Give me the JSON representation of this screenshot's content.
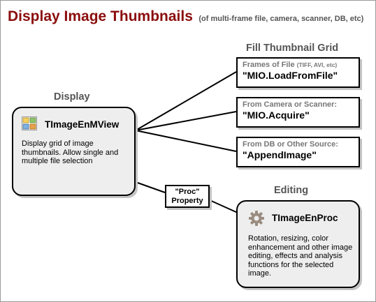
{
  "title": {
    "main": "Display Image Thumbnails",
    "sub": "(of multi-frame file, camera, scanner, DB, etc)"
  },
  "headings": {
    "display": "Display",
    "fill_grid": "Fill Thumbnail Grid",
    "editing": "Editing"
  },
  "display_box": {
    "icon": "thumbnail-grid-icon",
    "title": "TImageEnMView",
    "description": "Display grid of image thumbnails. Allow single and multiple file selection"
  },
  "fill_boxes": [
    {
      "caption": "Frames of File",
      "caption_small": "(TIFF, AVI, etc)",
      "method": "\"MIO.LoadFromFile\""
    },
    {
      "caption": "From Camera or Scanner:",
      "caption_small": "",
      "method": "\"MIO.Acquire\""
    },
    {
      "caption": "From DB or Other Source:",
      "caption_small": "",
      "method": "\"AppendImage\""
    }
  ],
  "proc_label": {
    "line1": "\"Proc\"",
    "line2": "Property"
  },
  "edit_box": {
    "icon": "gear-icon",
    "title": "TImageEnProc",
    "description": "Rotation, resizing, color enhancement and other image editing, effects and analysis functions for the selected image."
  },
  "colors": {
    "title_red": "#8b0d0d",
    "heading_gray": "#555555",
    "box_fill": "#eeeeee",
    "shadow": "#c4c4c4"
  }
}
